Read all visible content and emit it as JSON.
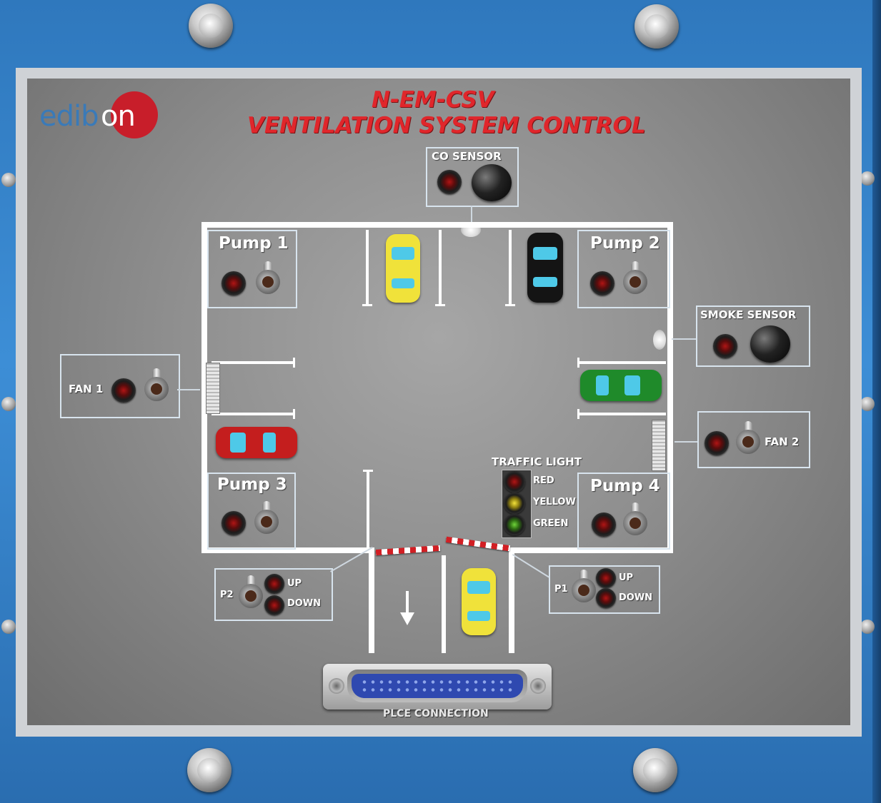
{
  "brand": {
    "logo_prefix": "edib",
    "logo_suffix": "on",
    "brand_red": "#c81e2a",
    "brand_blue": "#3a7ab8"
  },
  "title": {
    "line1": "N-EM-CSV",
    "line2": "VENTILATION SYSTEM CONTROL",
    "color": "#e0262b"
  },
  "sensors": {
    "co": "CO SENSOR",
    "smoke": "SMOKE SENSOR"
  },
  "pumps": {
    "p1": "Pump 1",
    "p2": "Pump 2",
    "p3": "Pump 3",
    "p4": "Pump 4"
  },
  "fans": {
    "f1": "FAN 1",
    "f2": "FAN 2"
  },
  "traffic": {
    "title": "TRAFFIC LIGHT",
    "red": "RED",
    "yellow": "YELLOW",
    "green": "GREEN"
  },
  "barriers": {
    "left": {
      "id": "P2",
      "up": "UP",
      "down": "DOWN"
    },
    "right": {
      "id": "P1",
      "up": "UP",
      "down": "DOWN"
    }
  },
  "connector": {
    "label": "PLCE CONNECTION"
  },
  "icons": [
    "screw-icon",
    "indicator-lamp-icon",
    "toggle-switch-icon",
    "sensor-knob-icon",
    "car-icon",
    "barrier-icon",
    "fan-vent-icon",
    "down-arrow-icon",
    "db25-connector-icon"
  ],
  "colors": {
    "frame_blue": "#3d8ed6",
    "panel_gray": "#8f8f8f",
    "lamp_red": "#b01515",
    "lamp_yellow": "#f2e23b",
    "lamp_green": "#6fd43a"
  }
}
